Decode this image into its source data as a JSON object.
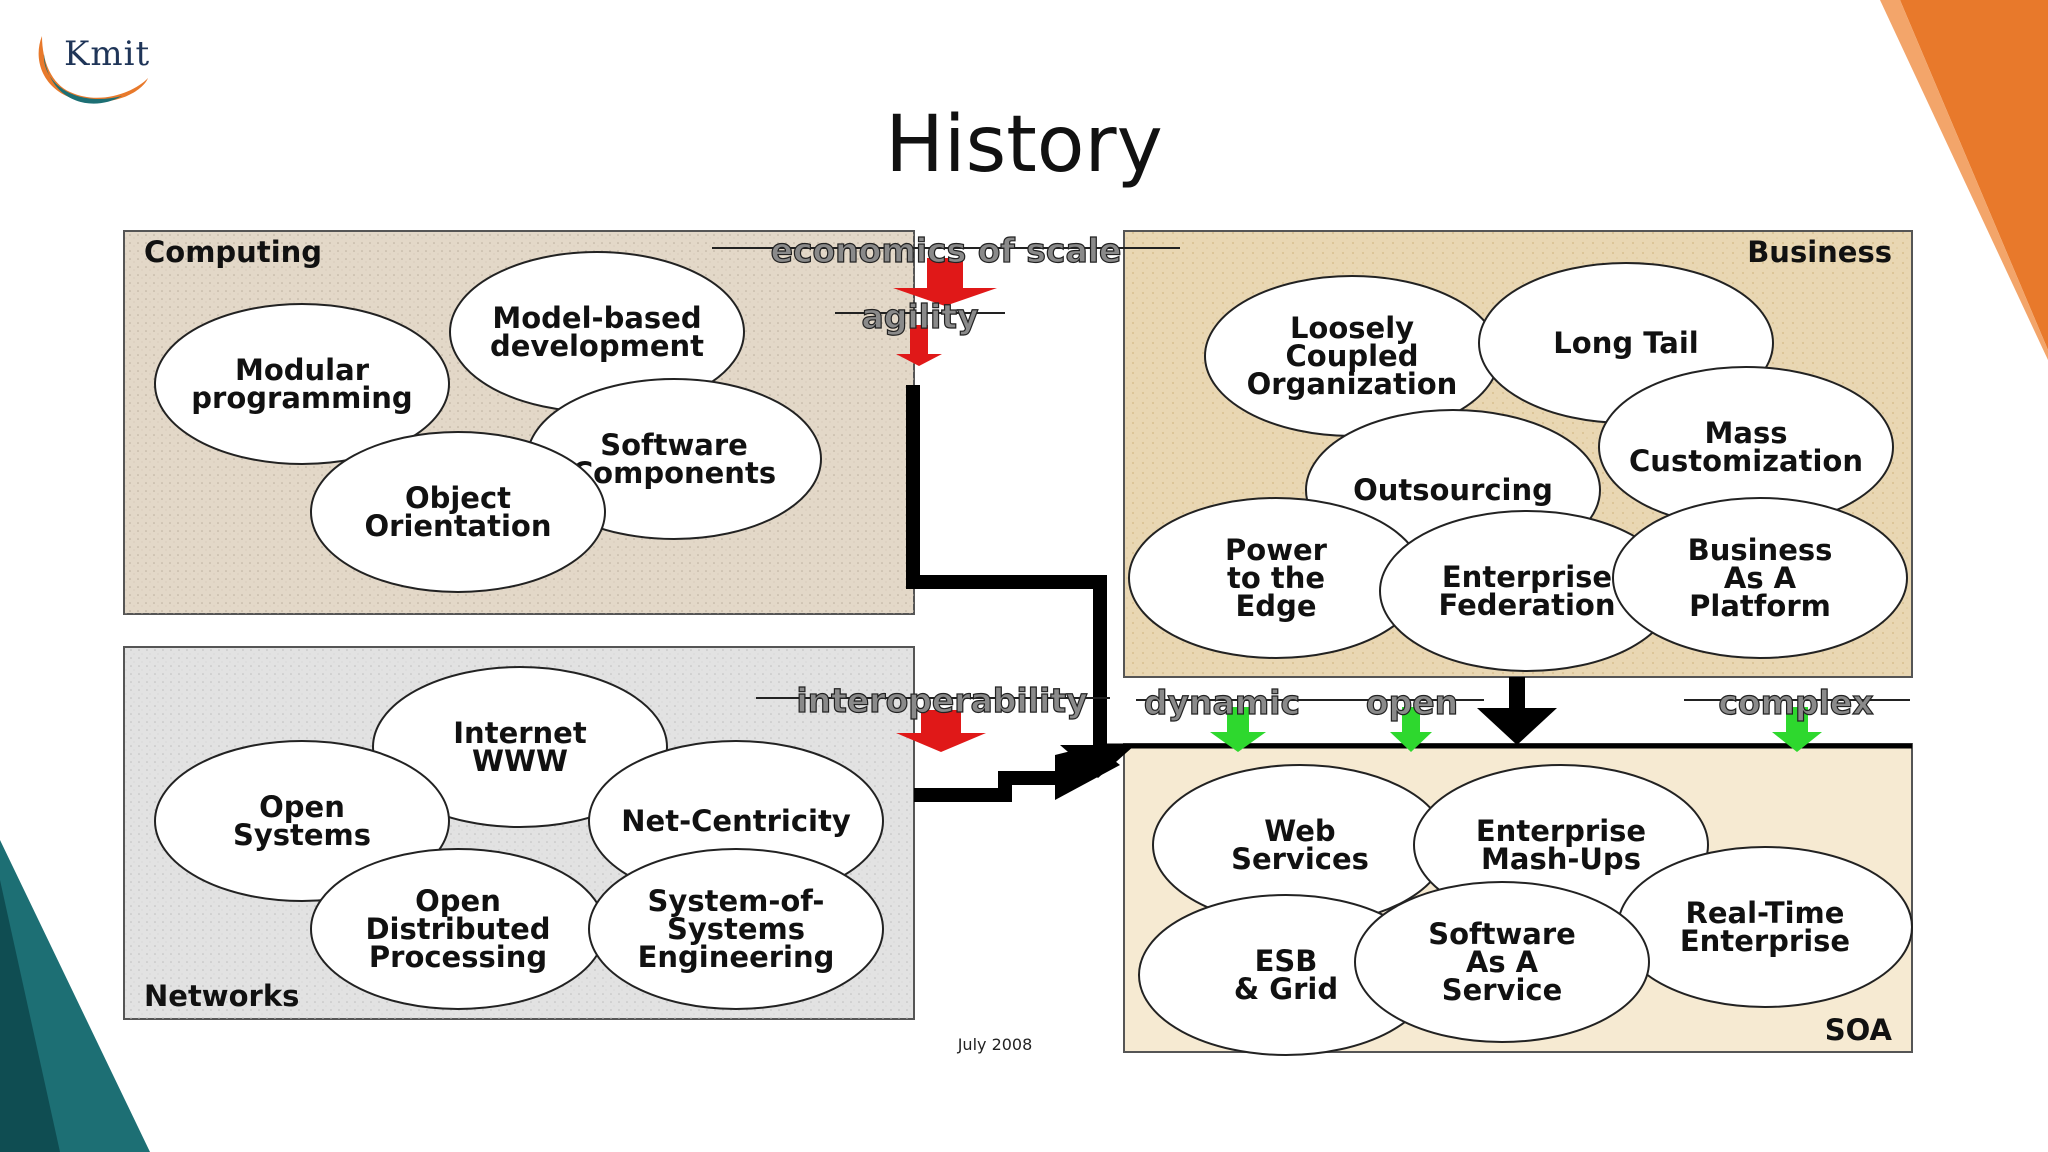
{
  "slide": {
    "title": "History",
    "logo_text": "Kmit",
    "footer_date": "July 2008"
  },
  "colors": {
    "orange_accent": "#e8792b",
    "teal_accent": "#1d6f74",
    "panel_beige": "#e3d8c8",
    "panel_grey": "#e2e2e2",
    "panel_tan": "#e9d7b3",
    "soa_bg": "#f6ead2",
    "arrow_red": "#e01818",
    "arrow_green": "#2ed82e",
    "arrow_black": "#000000"
  },
  "diagram": {
    "computing": {
      "label": "Computing",
      "bubbles": [
        [
          "Model-based",
          "development"
        ],
        [
          "Modular",
          "programming"
        ],
        [
          "Software",
          "Components"
        ],
        [
          "Object",
          "Orientation"
        ]
      ]
    },
    "networks": {
      "label": "Networks",
      "bubbles": [
        [
          "Internet",
          "WWW"
        ],
        [
          "Open",
          "Systems"
        ],
        [
          "Net-Centricity"
        ],
        [
          "Open",
          "Distributed",
          "Processing"
        ],
        [
          "System-of-",
          "Systems",
          "Engineering"
        ]
      ]
    },
    "business": {
      "label": "Business",
      "bubbles": [
        [
          "Loosely",
          "Coupled",
          "Organization"
        ],
        [
          "Long Tail"
        ],
        [
          "Mass",
          "Customization"
        ],
        [
          "Outsourcing"
        ],
        [
          "Power",
          "to the",
          "Edge"
        ],
        [
          "Enterprise",
          "Federation"
        ],
        [
          "Business",
          "As A",
          "Platform"
        ]
      ]
    },
    "soa": {
      "label": "SOA",
      "bubbles": [
        [
          "Web",
          "Services"
        ],
        [
          "Enterprise",
          "Mash-Ups"
        ],
        [
          "Real-Time",
          "Enterprise"
        ],
        [
          "ESB",
          "& Grid"
        ],
        [
          "Software",
          "As A",
          "Service"
        ]
      ]
    },
    "drivers": {
      "economics": "economics of scale",
      "agility": "agility",
      "interoperability": "interoperability",
      "dynamic": "dynamic",
      "open": "open",
      "complex": "complex"
    }
  }
}
